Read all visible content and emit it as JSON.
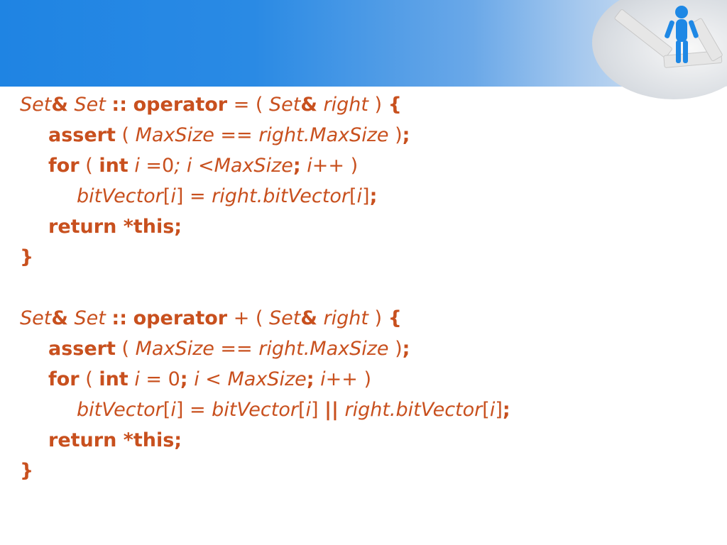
{
  "slide": {
    "block1": {
      "line1": [
        "Set",
        "&",
        " ",
        "Set",
        " ",
        "::",
        " ",
        "operator",
        " = ( ",
        "Set",
        "&",
        " ",
        "right",
        " ) ",
        "{"
      ],
      "line2": [
        "assert",
        " ( ",
        "MaxSize == right.MaxSize",
        " )",
        ";"
      ],
      "line3": [
        "for",
        " ( ",
        "int",
        " ",
        "i =",
        "0",
        "; i <MaxSize",
        ";",
        " ",
        "i",
        "++ )"
      ],
      "line4": [
        "bitVector",
        "[",
        "i",
        "] = ",
        "right.bitVector",
        "[",
        "i",
        "]",
        ";"
      ],
      "line5": "return *this;",
      "line6": "}"
    },
    "block2": {
      "line1": [
        "Set",
        "&",
        " ",
        "Set",
        " ",
        "::",
        " ",
        "operator",
        " + ( ",
        "Set",
        "&",
        " ",
        "right",
        " ) ",
        "{"
      ],
      "line2": [
        "assert",
        " ( ",
        "MaxSize == right.MaxSize",
        " )",
        ";"
      ],
      "line3": [
        "for",
        " ( ",
        "int",
        " ",
        "i =",
        " 0",
        ";",
        " ",
        "i < MaxSize",
        ";",
        " ",
        "i",
        "++ )"
      ],
      "line4": [
        "bitVector",
        "[",
        "i",
        "] = ",
        "bitVector",
        "[",
        "i",
        "] ",
        "||",
        " ",
        "right.bitVector",
        "[",
        "i",
        "]",
        ";"
      ],
      "line5": "return *this;",
      "line6": "}"
    }
  }
}
